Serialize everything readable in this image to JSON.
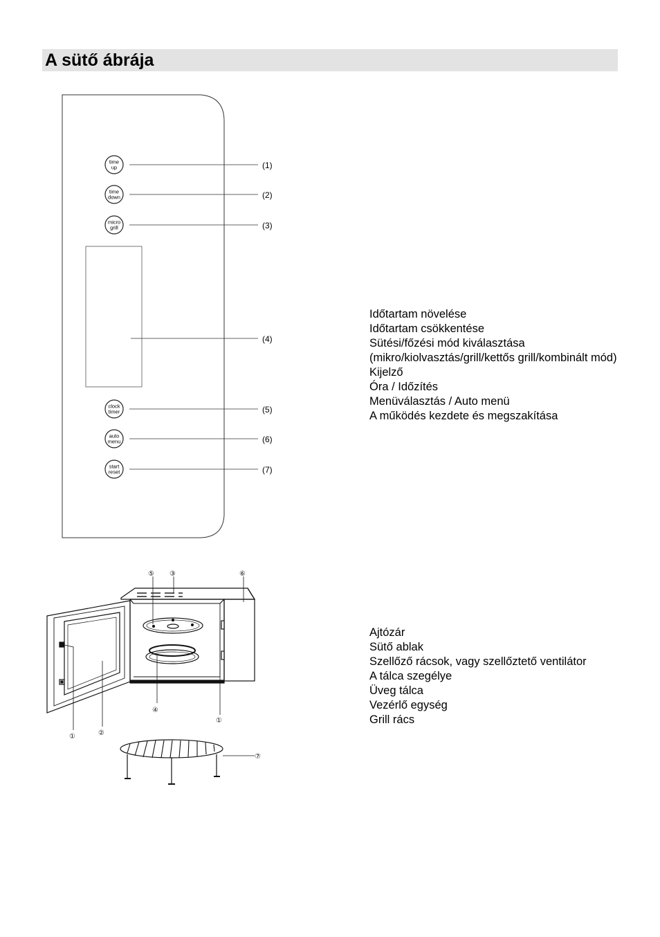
{
  "title": "A sütő ábrája",
  "panel": {
    "buttons": [
      {
        "line1": "time",
        "line2": "up",
        "callout": "(1)"
      },
      {
        "line1": "time",
        "line2": "down",
        "callout": "(2)"
      },
      {
        "line1": "micro",
        "line2": "grill",
        "callout": "(3)"
      },
      {
        "line1": "clock",
        "line2": "timer",
        "callout": "(5)"
      },
      {
        "line1": "auto",
        "line2": "menu",
        "callout": "(6)"
      },
      {
        "line1": "start",
        "line2": "reset",
        "callout": "(7)"
      }
    ],
    "display_callout": "(4)"
  },
  "legend_panel": [
    "Időtartam növelése",
    "Időtartam csökkentése",
    "Sütési/főzési mód kiválasztása",
    "(mikro/kiolvasztás/grill/kettős grill/kombinált mód)",
    "Kijelző",
    "Óra / Időzítés",
    "Menüválasztás / Auto menü",
    "A működés kezdete és megszakítása"
  ],
  "oven": {
    "labels": [
      "①",
      "②",
      "③",
      "④",
      "⑤",
      "⑥",
      "⑦"
    ]
  },
  "legend_oven": [
    "Ajtózár",
    "Sütő ablak",
    "Szellőző rácsok, vagy szellőztető ventilátor",
    "A tálca szegélye",
    "Üveg tálca",
    "Vezérlő egység",
    "Grill rács"
  ]
}
